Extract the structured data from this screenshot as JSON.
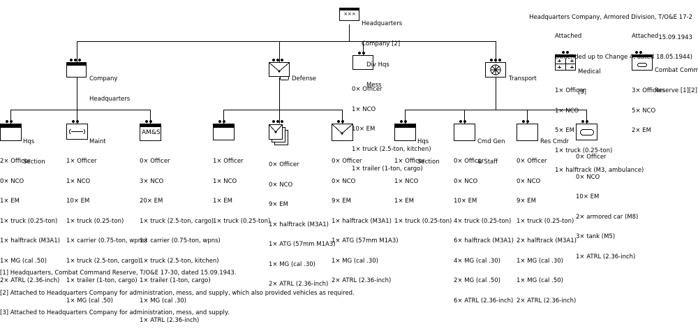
{
  "header": {
    "line1": "Headquarters Company, Armored Division, T/O&E 17-2",
    "line2": "15.09.1943",
    "line3": "(Amended up to Change 4, dated 18.05.1944)"
  },
  "units": {
    "hq_company": {
      "label": [
        "Headquarters",
        "Company [2]"
      ]
    },
    "company_hq": {
      "label": [
        "Company",
        "Headquarters"
      ]
    },
    "defense": {
      "label": [
        "Defense"
      ]
    },
    "div_hqs_mess": {
      "label": [
        "Div Hqs",
        "Mess"
      ],
      "lines": [
        "0× Officer",
        "1× NCO",
        "10× EM",
        "1× truck (2.5-ton, kitchen)",
        "1× trailer (1-ton, cargo)"
      ]
    },
    "transport": {
      "label": [
        "Transport"
      ]
    },
    "medical": {
      "attached": "Attached",
      "label": [
        "Medical",
        "[3]"
      ],
      "lines": [
        "1× Officer",
        "1× NCO",
        "5× EM",
        "1× truck (0.25-ton)",
        "1× halftrack (M3, ambulance)"
      ]
    },
    "cc_reserve": {
      "attached": "Attached",
      "label": [
        "Combat Command",
        "Reserve [1][2]"
      ],
      "lines": [
        "3× Officers",
        "5× NCO",
        "2× EM"
      ]
    },
    "hqs_section_1": {
      "label": [
        "Hqs",
        "Section"
      ],
      "lines": [
        "2× Officer",
        "0× NCO",
        "1× EM",
        "1× truck (0.25-ton)",
        "1× halftrack (M3A1)",
        "1× MG (cal .50)",
        "2× ATRL (2.36-inch)"
      ]
    },
    "maint": {
      "label": [
        "Maint"
      ],
      "lines": [
        "1× Officer",
        "1× NCO",
        "10× EM",
        "1× truck (0.25-ton)",
        "1× carrier (0.75-ton, wpns)",
        "1× truck (2.5-ton, cargo)",
        "1× trailer (1-ton, cargo)",
        "1× MG (cal .50)"
      ]
    },
    "ams": {
      "box": "AM&S",
      "lines": [
        "0× Officer",
        "3× NCO",
        "20× EM",
        "1× truck (2.5-ton, cargo)",
        "1× carrier (0.75-ton, wpns)",
        "1× truck (2.5-ton, kitchen)",
        "1× trailer (1-ton, cargo)",
        "1× MG (cal .30)",
        "1× ATRL (2.36-inch)"
      ]
    },
    "def_hq": {
      "lines": [
        "1× Officer",
        "1× NCO",
        "1× EM",
        "1× truck (0.25-ton)"
      ]
    },
    "def_plt_a": {
      "lines": [
        "0× Officer",
        "0× NCO",
        "9× EM",
        "1× halftrack (M3A1)",
        "1× ATG (57mm M1A3)",
        "1× MG (cal .30)",
        "2× ATRL (2.36-inch)"
      ]
    },
    "def_plt_b": {
      "lines": [
        "0× Officer",
        "0× NCO",
        "9× EM",
        "1× halftrack (M3A1)",
        "1× ATG (57mm M1A3)",
        "1× MG (cal .30)",
        "2× ATRL (2.36-inch)"
      ]
    },
    "hqs_section_2": {
      "label": [
        "Hqs",
        "Section"
      ],
      "lines": [
        "1× Officer",
        "1× NCO",
        "1× EM",
        "1× truck (0.25-ton)"
      ]
    },
    "cmd_gen_staff": {
      "label": [
        "Cmd Gen",
        "& Staff"
      ],
      "lines": [
        "0× Officer",
        "0× NCO",
        "10× EM",
        "4× truck (0.25-ton)",
        "6× halftrack (M3A1)",
        "4× MG (cal .30)",
        "2× MG (cal .50)",
        "6× ATRL (2.36-inch)"
      ]
    },
    "res_cmdr": {
      "label": [
        "Res Cmdr"
      ],
      "lines": [
        "0× Officer",
        "0× NCO",
        "9× EM",
        "1× truck (0.25-ton)",
        "2× halftrack (M3A1)",
        "1× MG (cal .30)",
        "1× MG (cal .50)",
        "2× ATRL (2.36-inch)"
      ]
    },
    "recon": {
      "lines": [
        "0× Officer",
        "0× NCO",
        "10× EM",
        "2× armored car (M8)",
        "3× tank (M5)",
        "1× ATRL (2.36-inch)"
      ]
    }
  },
  "footnotes": [
    "[1] Headquarters, Combat Command Reserve, T/O&E 17-30, dated 15.09.1943.",
    "[2] Attached to Headquarters Company for administration, mess, and supply, which also provided vehicles as required.",
    "[3] Attached to Headquarters Company for administration, mess, and supply."
  ]
}
